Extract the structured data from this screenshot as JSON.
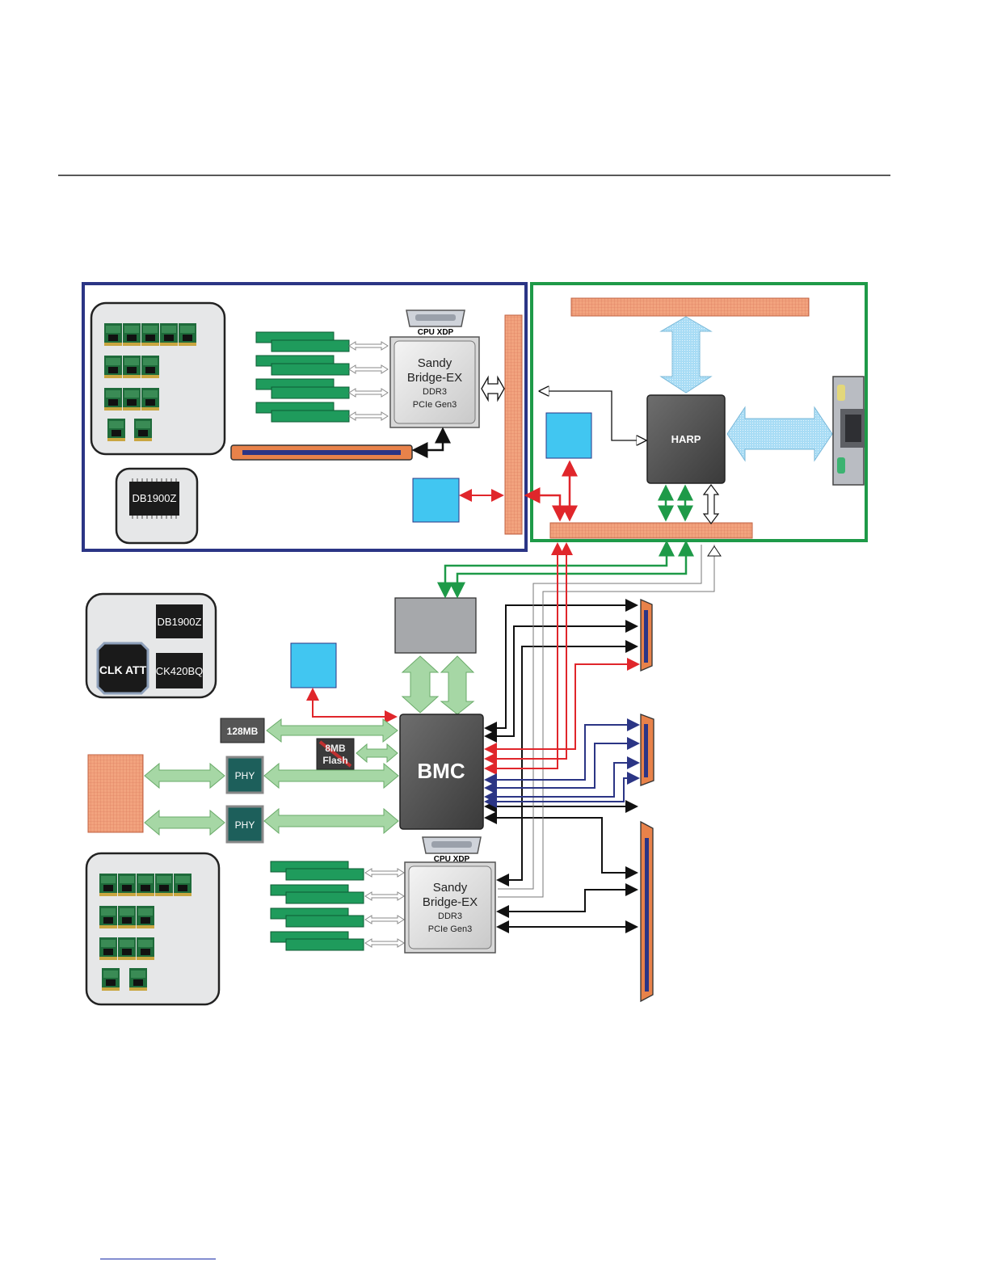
{
  "colors": {
    "blue_frame": "#2b3585",
    "green_frame": "#1e9a48",
    "bus_orange": "#f2a37e",
    "bus_grid": "#e08060",
    "slot_green": "#1f9b5c",
    "light_blue": "#41c6f1",
    "chip_dark": "#4a4a4a",
    "arrow_red": "#e0262b",
    "arrow_green": "#1e9a48",
    "arrow_navy": "#2b3585",
    "arrow_light_green": "#a6d7a5",
    "arrow_light_blue": "#a8dcf5",
    "gray_box": "#a6a8ab",
    "memory_panel": "#e6e7e8"
  },
  "top_cpu": {
    "xdp_label": "CPU XDP",
    "lines": [
      "Sandy",
      "Bridge-EX",
      "DDR3",
      "PCIe Gen3"
    ]
  },
  "bottom_cpu": {
    "xdp_label": "CPU XDP",
    "lines": [
      "Sandy",
      "Bridge-EX",
      "DDR3",
      "PCIe Gen3"
    ]
  },
  "harp": {
    "label": "HARP"
  },
  "bmc": {
    "label": "BMC"
  },
  "chips": {
    "db1900z_top": "DB1900Z",
    "db1900z_clk": "DB1900Z",
    "clk_att": "CLK ATT",
    "ck420bq": "CK420BQ",
    "mem_128mb": "128MB",
    "flash_line1": "8MB",
    "flash_line2": "Flash",
    "phy1": "PHY",
    "phy2": "PHY"
  },
  "icons": [
    "vga-connector-icon",
    "rj45-port-icon",
    "memory-module-icon"
  ]
}
